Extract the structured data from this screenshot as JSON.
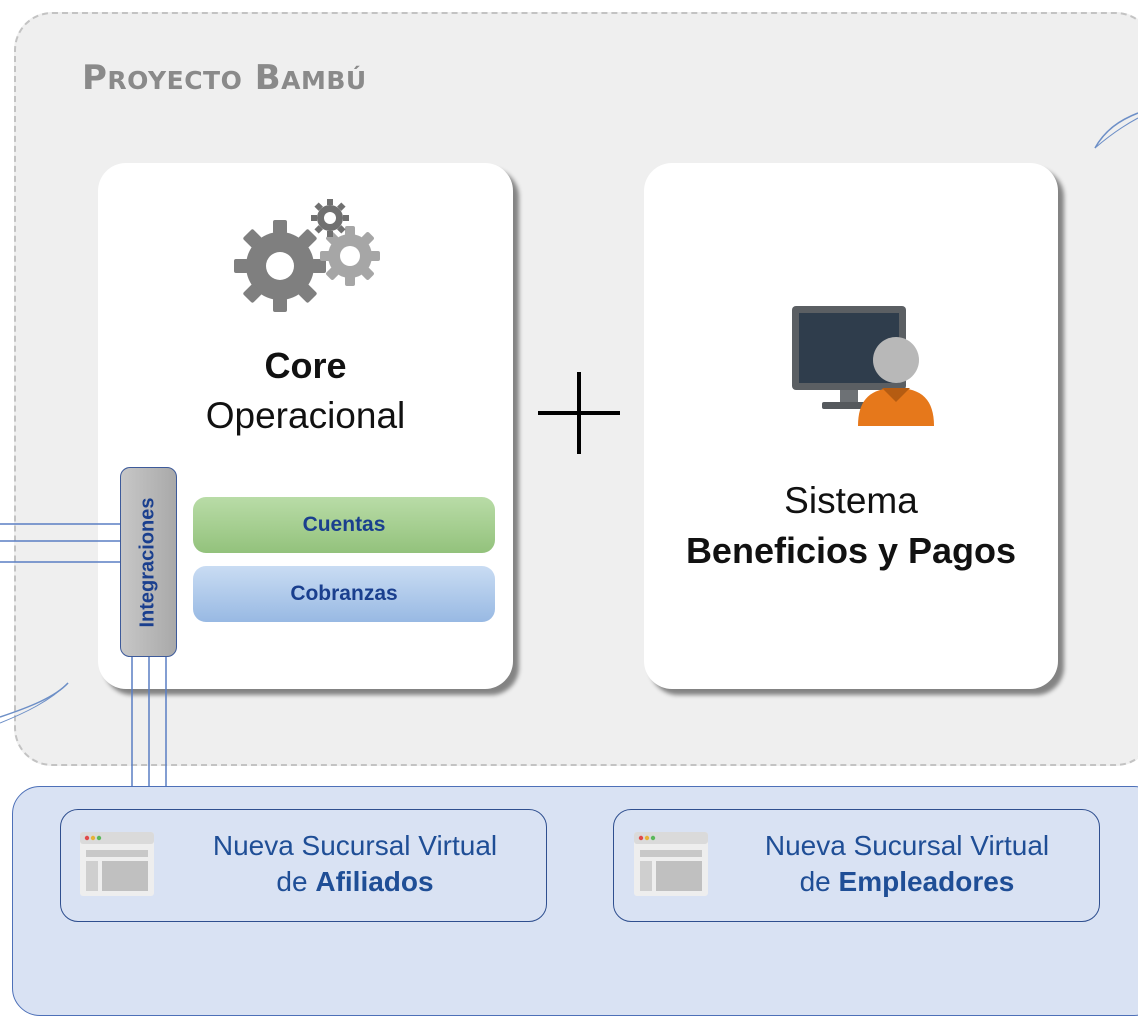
{
  "project": {
    "title_first_big": "P",
    "title_first_rest": "ROYECTO",
    "title_second_big": "B",
    "title_second_rest": "AMBÚ"
  },
  "core": {
    "title": "Core",
    "subtitle": "Operacional",
    "integrations_label": "Integraciones",
    "modules": [
      "Cuentas",
      "Cobranzas"
    ]
  },
  "benefits": {
    "line1": "Sistema",
    "line2": "Beneficios y Pagos"
  },
  "plus_symbol": "+",
  "portals": {
    "afiliados": {
      "line1": "Nueva Sucursal Virtual",
      "prefix": "de ",
      "bold": "Afiliados"
    },
    "empleadores": {
      "line1": "Nueva Sucursal Virtual",
      "prefix": "de ",
      "bold": "Empleadores"
    }
  },
  "colors": {
    "label_blue": "#1a3f8e",
    "gear_gray": "#8e8e8e",
    "monitor_dark": "#3b4856",
    "person_orange": "#e67c1c"
  }
}
